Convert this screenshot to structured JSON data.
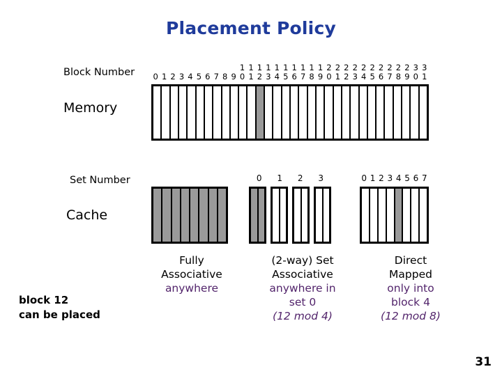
{
  "slide": {
    "title": "Placement Policy",
    "page_number": "31"
  },
  "labels": {
    "block_number": "Block Number",
    "memory": "Memory",
    "set_number": "Set Number",
    "cache": "Cache",
    "block12_line1": "block 12",
    "block12_line2": "can be placed"
  },
  "colors": {
    "title": "#1f3b9b",
    "highlight_cell": "#9a9a9a",
    "accent_text": "#52246b",
    "outline": "#000000",
    "cell_background": "#ffffff"
  },
  "memory": {
    "block_count": 32,
    "block_numbers": [
      0,
      1,
      2,
      3,
      4,
      5,
      6,
      7,
      8,
      9,
      10,
      11,
      12,
      13,
      14,
      15,
      16,
      17,
      18,
      19,
      20,
      21,
      22,
      23,
      24,
      25,
      26,
      27,
      28,
      29,
      30,
      31
    ],
    "tens_digits": [
      "",
      "",
      "",
      "",
      "",
      "",
      "",
      "",
      "",
      "",
      "1",
      "1",
      "1",
      "1",
      "1",
      "1",
      "1",
      "1",
      "1",
      "1",
      "2",
      "2",
      "2",
      "2",
      "2",
      "2",
      "2",
      "2",
      "2",
      "2",
      "3",
      "3"
    ],
    "ones_digits": [
      "0",
      "1",
      "2",
      "3",
      "4",
      "5",
      "6",
      "7",
      "8",
      "9",
      "0",
      "1",
      "2",
      "3",
      "4",
      "5",
      "6",
      "7",
      "8",
      "9",
      "0",
      "1",
      "2",
      "3",
      "4",
      "5",
      "6",
      "7",
      "8",
      "9",
      "0",
      "1"
    ],
    "highlighted_block": 12
  },
  "caches": {
    "fully_associative": {
      "cell_count": 8,
      "highlighted_cells": [
        0,
        1,
        2,
        3,
        4,
        5,
        6,
        7
      ],
      "caption_line1": "Fully",
      "caption_line2": "Associative",
      "caption_accent": "anywhere"
    },
    "set_associative": {
      "set_count": 4,
      "ways": 2,
      "set_labels": [
        "0",
        "1",
        "2",
        "3"
      ],
      "highlighted_set": 0,
      "caption_line1": "(2-way) Set",
      "caption_line2": "Associative",
      "caption_accent_line1": "anywhere in",
      "caption_accent_line2": "set 0",
      "caption_accent_line3": "(12 mod 4)"
    },
    "direct_mapped": {
      "cell_count": 8,
      "cell_labels": [
        "0",
        "1",
        "2",
        "3",
        "4",
        "5",
        "6",
        "7"
      ],
      "highlighted_cell": 4,
      "caption_line1": "Direct",
      "caption_line2": "Mapped",
      "caption_accent_line1": "only into",
      "caption_accent_line2": "block 4",
      "caption_accent_line3": "(12 mod 8)"
    }
  }
}
